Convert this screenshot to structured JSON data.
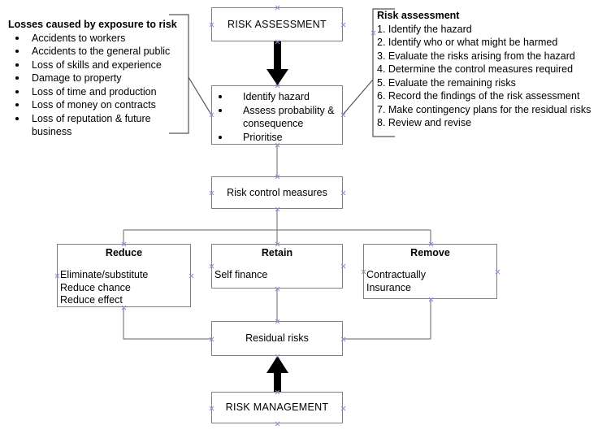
{
  "diagram": {
    "title": "Risk assessment and risk management flow",
    "colors": {
      "box_border": "#808080",
      "connector": "#808080",
      "arrow_fill": "#000000",
      "handle_mark": "#8b8bd0",
      "background": "#ffffff",
      "text": "#000000"
    }
  },
  "losses_block": {
    "heading": "Losses caused by exposure to risk",
    "items": [
      "Accidents to workers",
      "Accidents to the general public",
      "Loss of skills and experience",
      "Damage to property",
      "Loss of time and production",
      "Loss of money on contracts",
      "Loss of reputation & future",
      "business"
    ]
  },
  "risk_assessment_block": {
    "heading": "Risk assessment",
    "items": [
      "1. Identify the hazard",
      "2. Identify who or what might be harmed",
      "3. Evaluate the risks arising from the hazard",
      "4. Determine the control measures required",
      "5. Evaluate the remaining risks",
      "6. Record the findings of the risk assessment",
      "7. Make contingency plans for the residual risks",
      "8. Review and revise"
    ]
  },
  "nodes": {
    "risk_assessment": {
      "label": "RISK ASSESSMENT"
    },
    "steps": {
      "items": [
        "Identify hazard",
        "Assess probability &",
        "consequence",
        "Prioritise"
      ],
      "bulleted": [
        true,
        true,
        false,
        true
      ]
    },
    "risk_control_measures": {
      "label": "Risk control measures"
    },
    "reduce": {
      "title": "Reduce",
      "body": [
        "Eliminate/substitute",
        "Reduce chance",
        "Reduce effect"
      ]
    },
    "retain": {
      "title": "Retain",
      "body": [
        "Self finance"
      ]
    },
    "remove": {
      "title": "Remove",
      "body": [
        "Contractually",
        "Insurance"
      ]
    },
    "residual_risks": {
      "label": "Residual risks"
    },
    "risk_management": {
      "label": "RISK MANAGEMENT"
    }
  }
}
